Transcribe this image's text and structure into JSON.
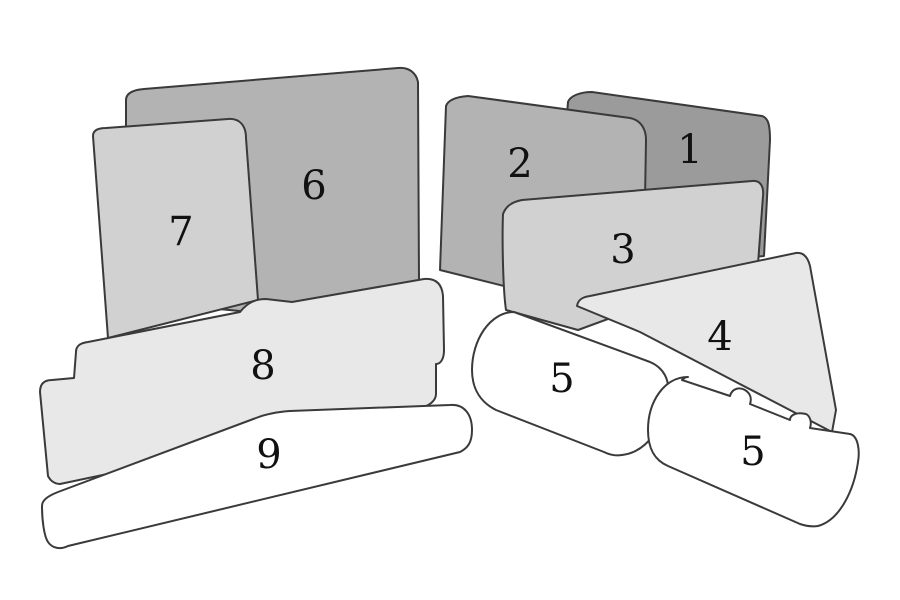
{
  "colors": {
    "dark": "#9b9b9b",
    "medium": "#b3b3b3",
    "medium_light": "#c6c6c6",
    "light": "#d1d1d1",
    "lighter": "#e8e8e8",
    "white": "#ffffff",
    "stroke": "#3a3a3a"
  },
  "pieces": [
    {
      "id": "1",
      "label": "1",
      "color": "dark"
    },
    {
      "id": "6",
      "label": "6",
      "color": "medium"
    },
    {
      "id": "2",
      "label": "2",
      "color": "medium"
    },
    {
      "id": "7",
      "label": "7",
      "color": "light"
    },
    {
      "id": "3",
      "label": "3",
      "color": "light"
    },
    {
      "id": "4",
      "label": "4",
      "color": "lighter"
    },
    {
      "id": "8",
      "label": "8",
      "color": "lighter"
    },
    {
      "id": "9",
      "label": "9",
      "color": "white"
    },
    {
      "id": "5a",
      "label": "5",
      "color": "white"
    },
    {
      "id": "5b",
      "label": "5",
      "color": "white"
    }
  ]
}
